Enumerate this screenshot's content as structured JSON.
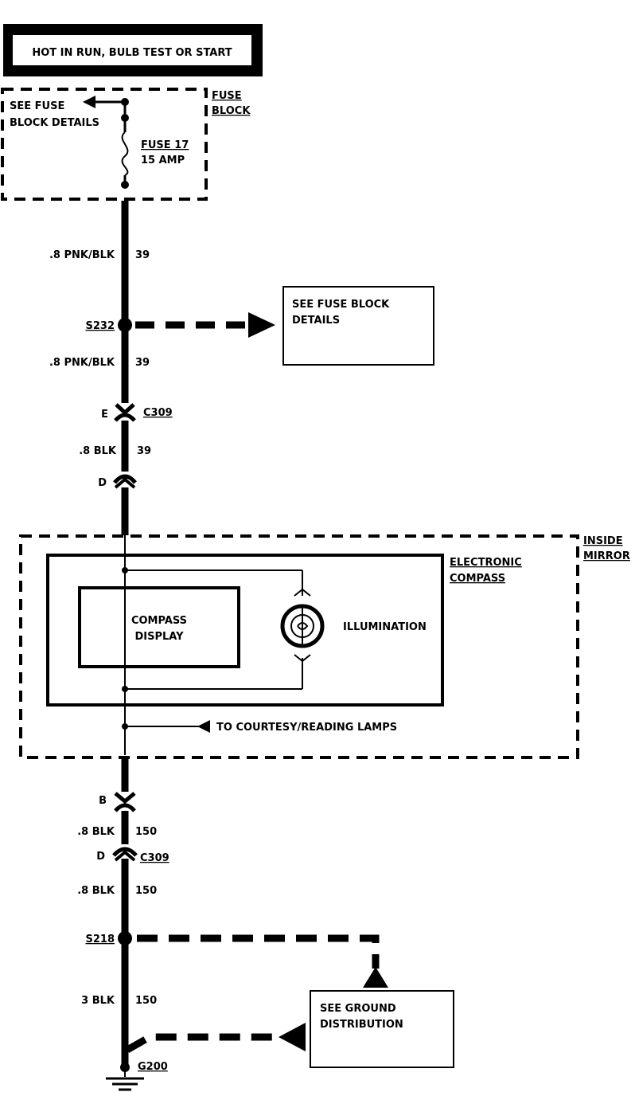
{
  "header": {
    "power_label": "HOT IN RUN, BULB TEST OR START"
  },
  "fuse_block": {
    "title_line1": "FUSE",
    "title_line2": "BLOCK",
    "see_details_line1": "SEE FUSE",
    "see_details_line2": "BLOCK DETAILS",
    "fuse_name": "FUSE 17",
    "fuse_rating": "15 AMP"
  },
  "wires": {
    "w1": {
      "label": ".8 PNK/BLK",
      "circuit": "39"
    },
    "w2": {
      "label": ".8 PNK/BLK",
      "circuit": "39"
    },
    "w3": {
      "label": ".8 BLK",
      "circuit": "39"
    },
    "w4": {
      "label": ".8 BLK",
      "circuit": "150"
    },
    "w5": {
      "label": ".8 BLK",
      "circuit": "150"
    },
    "w6": {
      "label": "3 BLK",
      "circuit": "150"
    }
  },
  "splices": {
    "s232": "S232",
    "s218": "S218"
  },
  "fuse_details_box": {
    "line1": "SEE FUSE BLOCK",
    "line2": "DETAILS"
  },
  "connectors": {
    "top_pin_e": "E",
    "top_name": "C309",
    "top_pin_d": "D",
    "bottom_pin_b": "B",
    "bottom_pin_d": "D",
    "bottom_name": "C309"
  },
  "mirror": {
    "title_line1": "INSIDE",
    "title_line2": "MIRROR",
    "compass_title_line1": "ELECTRONIC",
    "compass_title_line2": "COMPASS",
    "display_line1": "COMPASS",
    "display_line2": "DISPLAY",
    "illumination": "ILLUMINATION",
    "courtesy": "TO COURTESY/READING LAMPS"
  },
  "ground": {
    "box_line1": "SEE GROUND",
    "box_line2": "DISTRIBUTION",
    "name": "G200"
  }
}
